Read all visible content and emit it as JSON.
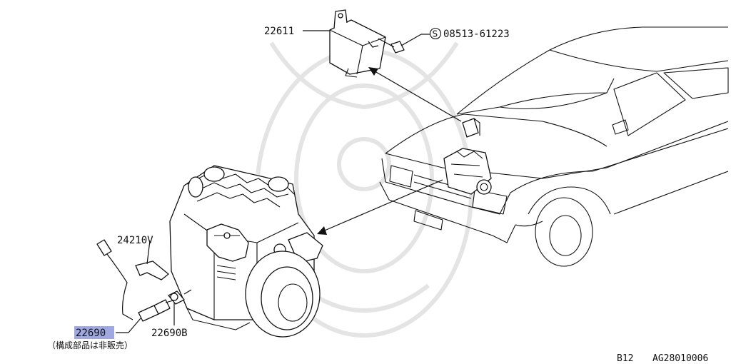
{
  "parts": {
    "control_unit": "22611",
    "bolt": "08513-61223",
    "bolt_symbol": "S",
    "harness": "24210V",
    "sensor": "22690",
    "adapter": "22690B"
  },
  "notes": {
    "not_sold": "（構成部品は非販売）"
  },
  "footer": {
    "model": "B12",
    "diagram_code": "AG28010006"
  },
  "colors": {
    "highlight": "#9fa8e0",
    "line": "#111111"
  }
}
